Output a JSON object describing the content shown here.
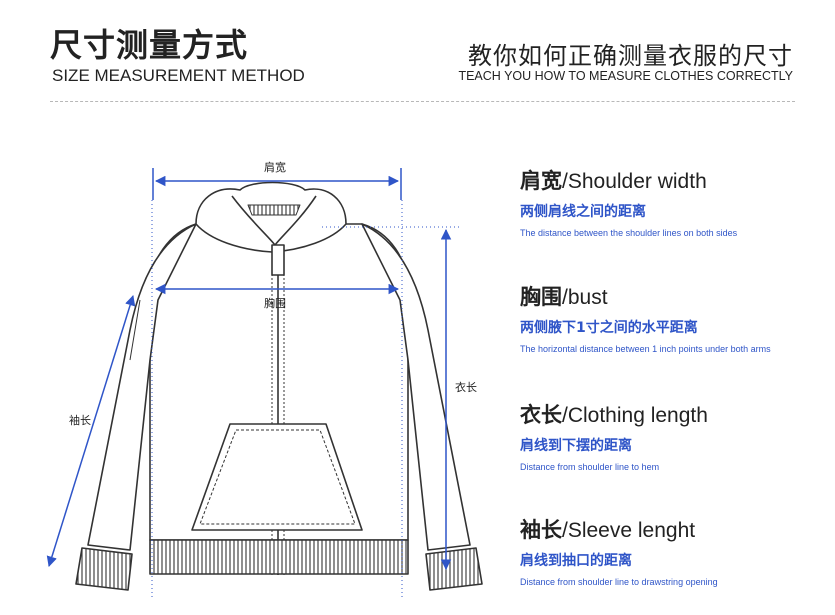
{
  "header": {
    "title_cn": "尺寸测量方式",
    "title_en": "SIZE MEASUREMENT METHOD",
    "subtitle_cn": "教你如何正确测量衣服的尺寸",
    "subtitle_en": "TEACH YOU HOW TO MEASURE CLOTHES CORRECTLY"
  },
  "diagram": {
    "shoulder_label": "肩宽",
    "bust_label": "胸围",
    "length_label": "衣长",
    "sleeve_label": "袖长",
    "arrow_color": "#2f55c8"
  },
  "measurements": [
    {
      "title_cn": "肩宽",
      "title_en": "/Shoulder width",
      "desc_cn": "两侧肩线之间的距离",
      "desc_en": "The distance between the shoulder lines on both sides"
    },
    {
      "title_cn": "胸围",
      "title_en": "/bust",
      "desc_cn": "两侧腋下1寸之间的水平距离",
      "desc_en": "The horizontal distance between 1 inch points under both arms"
    },
    {
      "title_cn": "衣长",
      "title_en": "/Clothing length",
      "desc_cn": "肩线到下摆的距离",
      "desc_en": "Distance from shoulder line to hem"
    },
    {
      "title_cn": "袖长",
      "title_en": "/Sleeve lenght",
      "desc_cn": "肩线到抽口的距离",
      "desc_en": "Distance from shoulder line to drawstring opening"
    }
  ]
}
